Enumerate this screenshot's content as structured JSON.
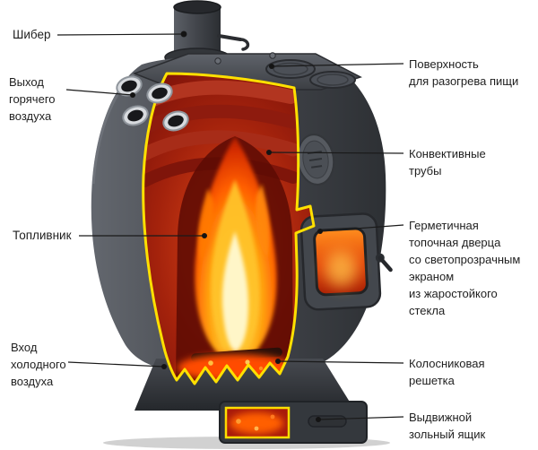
{
  "diagram": {
    "subject": "wood-burning-stove-cutaway",
    "labels": {
      "shiber": "Шибер",
      "hot_air_outlet": "Выход\nгорячего\nвоздуха",
      "firebox": "Топливник",
      "cold_air_inlet": "Вход\nхолодного\nвоздуха",
      "cooking_surface": "Поверхность\nдля разогрева пищи",
      "convective_tubes": "Конвективные\nтрубы",
      "sealed_door": "Герметичная\nтопочная дверца\nсо светопрозрачным\nэкраном\nиз жаростойкого\nстекла",
      "grate": "Колосниковая\nрешетка",
      "ash_drawer": "Выдвижной\nзольный ящик"
    },
    "colors": {
      "background": "#ffffff",
      "cutaway_outline": "#ffe000",
      "body_metal": "#46494e",
      "interior_red": "#7d120a",
      "flame_core": "#fff6c8",
      "leader_line": "#1a1a1a",
      "label_text": "#1f1f1f"
    }
  }
}
